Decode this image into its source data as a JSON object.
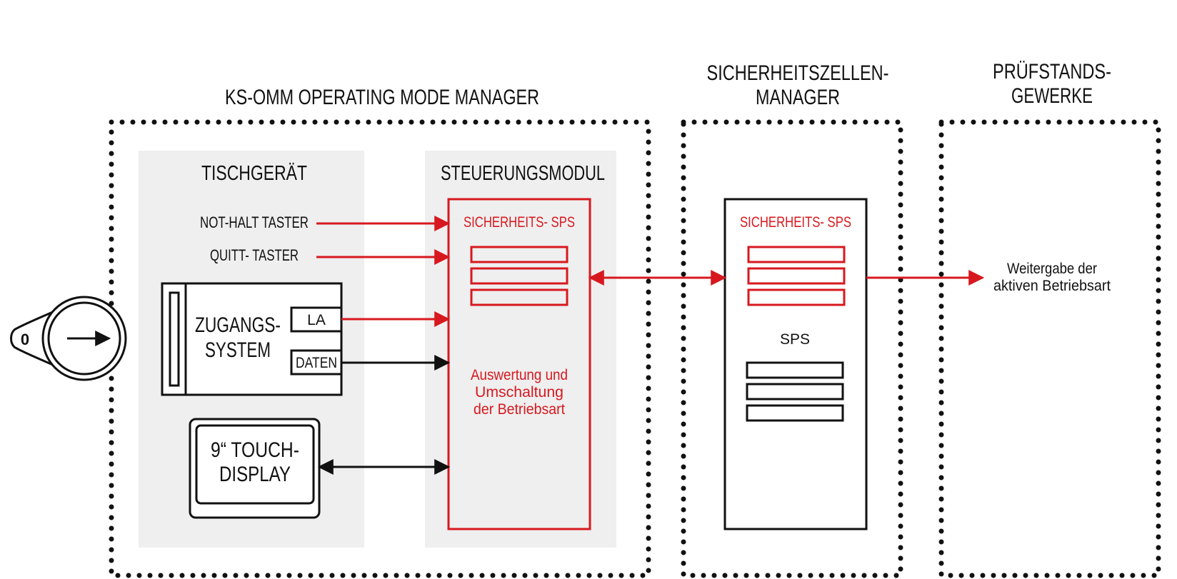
{
  "titles": {
    "omm": "KS-OMM OPERATING MODE MANAGER",
    "scm_line1": "SICHERHEITSZELLEN-",
    "scm_line2": "MANAGER",
    "pg_line1": "PRÜFSTANDS-",
    "pg_line2": "GEWERKE"
  },
  "tischgeraet": {
    "heading": "TISCHGERÄT",
    "not_halt": "NOT-HALT TASTER",
    "quitt": "QUITT- TASTER",
    "zugang_line1": "ZUGANGS-",
    "zugang_line2": "SYSTEM",
    "la": "LA",
    "daten": "DATEN",
    "touch_line1": "9“ TOUCH-",
    "touch_line2": "DISPLAY"
  },
  "key": {
    "label": "0"
  },
  "steuerungsmodul": {
    "heading": "STEUERUNGSMODUL",
    "sps_label": "SICHERHEITS- SPS",
    "desc_line1": "Auswertung und",
    "desc_line2": "Umschaltung",
    "desc_line3": "der Betriebsart"
  },
  "zellenmanager": {
    "sps_label": "SICHERHEITS- SPS",
    "plain_sps": "SPS"
  },
  "output": {
    "line1": "Weitergabe der",
    "line2": "aktiven Betriebsart"
  },
  "colors": {
    "accent_red": "#d7191f",
    "black": "#111111",
    "panel_gray": "#efefef"
  }
}
